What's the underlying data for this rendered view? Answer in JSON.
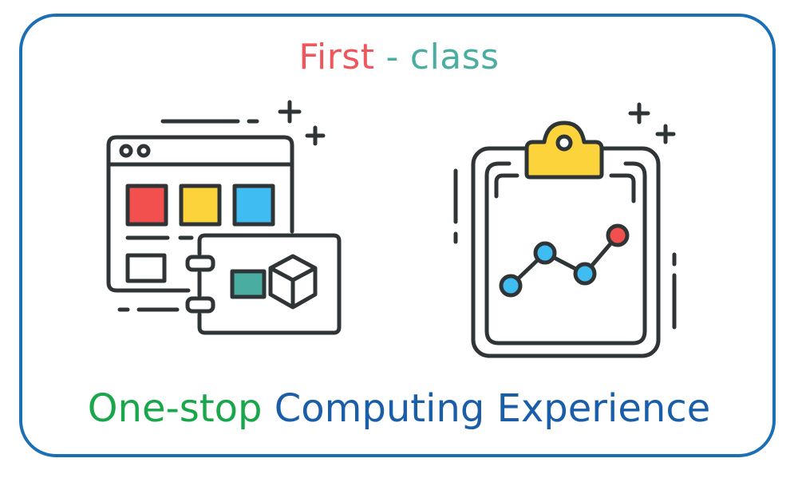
{
  "headline": {
    "word1": "First",
    "dash": "-",
    "word2": "class"
  },
  "tagline": {
    "part1": "One-stop",
    "part2": "Computing Experience"
  },
  "colors": {
    "frame": "#1a6fb5",
    "headline_word1": "#f0575d",
    "headline_dash": "#4aada1",
    "headline_word2": "#4aada1",
    "tagline_part1": "#1aa64a",
    "tagline_part2": "#1a5ea8",
    "outline": "#2f3437",
    "red": "#f24f4f",
    "yellow": "#fdd33c",
    "blue": "#3fbdf2",
    "teal": "#4aada1"
  },
  "icons": {
    "left": "web-app-window-with-cube-module-icon",
    "right": "clipboard-line-chart-icon",
    "sparkle": "plus-sparkle-icon"
  }
}
